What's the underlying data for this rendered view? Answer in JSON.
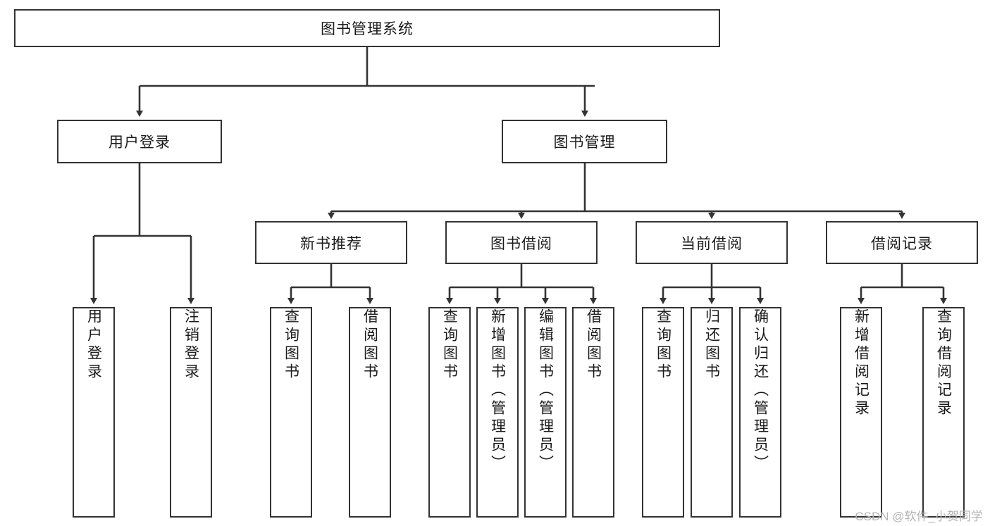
{
  "diagram": {
    "title": "图书管理系统",
    "type": "tree",
    "watermark": "CSDN @软件_小贺同学",
    "colors": {
      "box_border": "#333333",
      "box_fill": "#ffffff",
      "edge": "#333333",
      "text": "#1a1a1a",
      "watermark": "#b4b4b4",
      "background": "#ffffff"
    },
    "levels": {
      "root": {
        "label": "图书管理系统"
      },
      "level2": [
        {
          "label": "用户登录"
        },
        {
          "label": "图书管理"
        }
      ],
      "level3": [
        {
          "label": "新书推荐"
        },
        {
          "label": "图书借阅"
        },
        {
          "label": "当前借阅"
        },
        {
          "label": "借阅记录"
        }
      ],
      "leaves": {
        "user_login": [
          {
            "label": "用户登录"
          },
          {
            "label": "注销登录"
          }
        ],
        "new_book_recommend": [
          {
            "label": "查询图书"
          },
          {
            "label": "借阅图书"
          }
        ],
        "book_borrow": [
          {
            "label": "查询图书"
          },
          {
            "label": "新增图书（管理员）"
          },
          {
            "label": "编辑图书（管理员）"
          },
          {
            "label": "借阅图书"
          }
        ],
        "current_borrow": [
          {
            "label": "查询图书"
          },
          {
            "label": "归还图书"
          },
          {
            "label": "确认归还（管理员）"
          }
        ],
        "borrow_record": [
          {
            "label": "新增借阅记录"
          },
          {
            "label": "查询借阅记录"
          }
        ]
      }
    }
  }
}
